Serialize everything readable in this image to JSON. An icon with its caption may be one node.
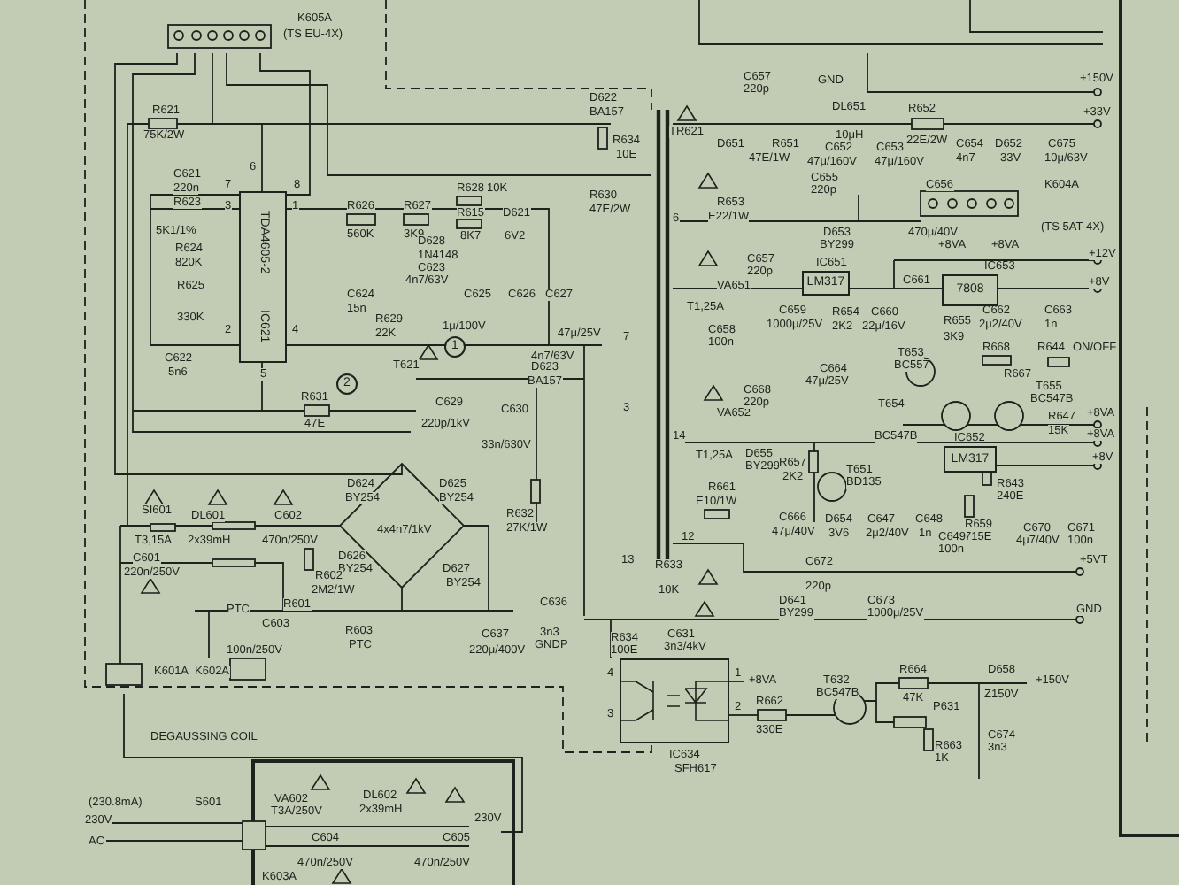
{
  "diagram": {
    "nodes": [
      {
        "text": [
          "TDA4605-2",
          "IC621"
        ]
      },
      {
        "text": [
          "2"
        ]
      },
      {
        "text": [
          "1"
        ]
      },
      {
        "text": [
          "LM317"
        ],
        "beside": [
          "IC651"
        ]
      },
      {
        "text": [
          "7808"
        ],
        "beside": [
          "IC653"
        ]
      },
      {
        "text": [
          "LM317"
        ],
        "beside": [
          "IC652"
        ]
      },
      {
        "text": [],
        "shape": "box",
        "beside": [
          "IC634",
          "SFH617"
        ]
      }
    ],
    "labels": [
      "K605A",
      "(TS EU-4X)",
      "R621",
      "75K/2W",
      "C621",
      "220n",
      "R623",
      "5K1/1%",
      "R624",
      "820K",
      "R625",
      "330K",
      "C622",
      "5n6",
      "7",
      "6",
      "8",
      "3",
      "1",
      "2",
      "4",
      "5",
      "R626",
      "560K",
      "R627",
      "3K9",
      "R628",
      "10K",
      "R615",
      "8K7",
      "D621",
      "6V2",
      "D628",
      "1N4148",
      "C623",
      "4n7/63V",
      "C624",
      "15n",
      "C625",
      "C626",
      "C627",
      "R629",
      "22K",
      "1μ/100V",
      "4n7/63V",
      "47μ/25V",
      "T621",
      "R631",
      "47E",
      "D623",
      "BA157",
      "C629",
      "220p/1kV",
      "C630",
      "33n/630V",
      "R632",
      "27K/1W",
      "D624",
      "BY254",
      "D625",
      "BY254",
      "4x4n7/1kV",
      "D626",
      "BY254",
      "D627",
      "BY254",
      "SI601",
      "T3,15A",
      "DL601",
      "2x39mH",
      "C602",
      "470n/250V",
      "C601",
      "220n/250V",
      "R602",
      "2M2/1W",
      "R601",
      "PTC",
      "C603",
      "100n/250V",
      "R603",
      "PTC",
      "C637",
      "220μ/400V",
      "C636",
      "3n3",
      "GNDP",
      "K601A",
      "K602A",
      "DEGAUSSING COIL",
      "(230.8mA)",
      "S601",
      "230V",
      "AC",
      "VA602",
      "T3A/250V",
      "DL602",
      "2x39mH",
      "C604",
      "470n/250V",
      "C605",
      "470n/250V",
      "230V",
      "K603A",
      "D622",
      "BA157",
      "R634",
      "10E",
      "R630",
      "47E/2W",
      "TR621",
      "C657",
      "220p",
      "D651",
      "R651",
      "47E/1W",
      "GND",
      "DL651",
      "10μH",
      "C652",
      "47μ/160V",
      "C653",
      "47μ/160V",
      "R652",
      "22E/2W",
      "C654",
      "4n7",
      "D652",
      "33V",
      "C675",
      "10μ/63V",
      "+150V",
      "+33V",
      "C655",
      "220p",
      "R653",
      "E22/1W",
      "D653",
      "BY299",
      "C656",
      "470μ/40V",
      "K604A",
      "(TS 5AT-4X)",
      "+8VA",
      "+8VA",
      "C657",
      "220p",
      "VA651",
      "T1,25A",
      "C661",
      "+12V",
      "+8V",
      "C658",
      "100n",
      "C659",
      "1000μ/25V",
      "R654",
      "2K2",
      "C660",
      "22μ/16V",
      "R655",
      "3K9",
      "C662",
      "2μ2/40V",
      "C663",
      "1n",
      "R668",
      "R644",
      "ON/OFF",
      "R667",
      "T653",
      "BC557",
      "T654",
      "BC547B",
      "T655",
      "BC547B",
      "R647",
      "15K",
      "C664",
      "47μ/25V",
      "+8VA",
      "+8VA",
      "+8V",
      "VA652",
      "T1,25A",
      "C668",
      "220p",
      "D655",
      "BY299",
      "T651",
      "BD135",
      "R657",
      "2K2",
      "R643",
      "240E",
      "R659",
      "715E",
      "C647",
      "2μ2/40V",
      "C648",
      "1n",
      "C649",
      "100n",
      "C670",
      "4μ7/40V",
      "C671",
      "100n",
      "C666",
      "47μ/40V",
      "D654",
      "3V6",
      "R661",
      "E10/1W",
      "C672",
      "220p",
      "+5VT",
      "D641",
      "BY299",
      "C673",
      "1000μ/25V",
      "GND",
      "R633",
      "10K",
      "C631",
      "3n3/4kV",
      "R634",
      "100E",
      "+8VA",
      "1",
      "2",
      "3",
      "4",
      "R662",
      "330E",
      "T632",
      "BC547B",
      "R664",
      "47K",
      "P631",
      "R663",
      "1K",
      "D658",
      "Z150V",
      "+150V",
      "C674",
      "3n3",
      "7",
      "3",
      "14",
      "6",
      "13",
      "12"
    ]
  }
}
